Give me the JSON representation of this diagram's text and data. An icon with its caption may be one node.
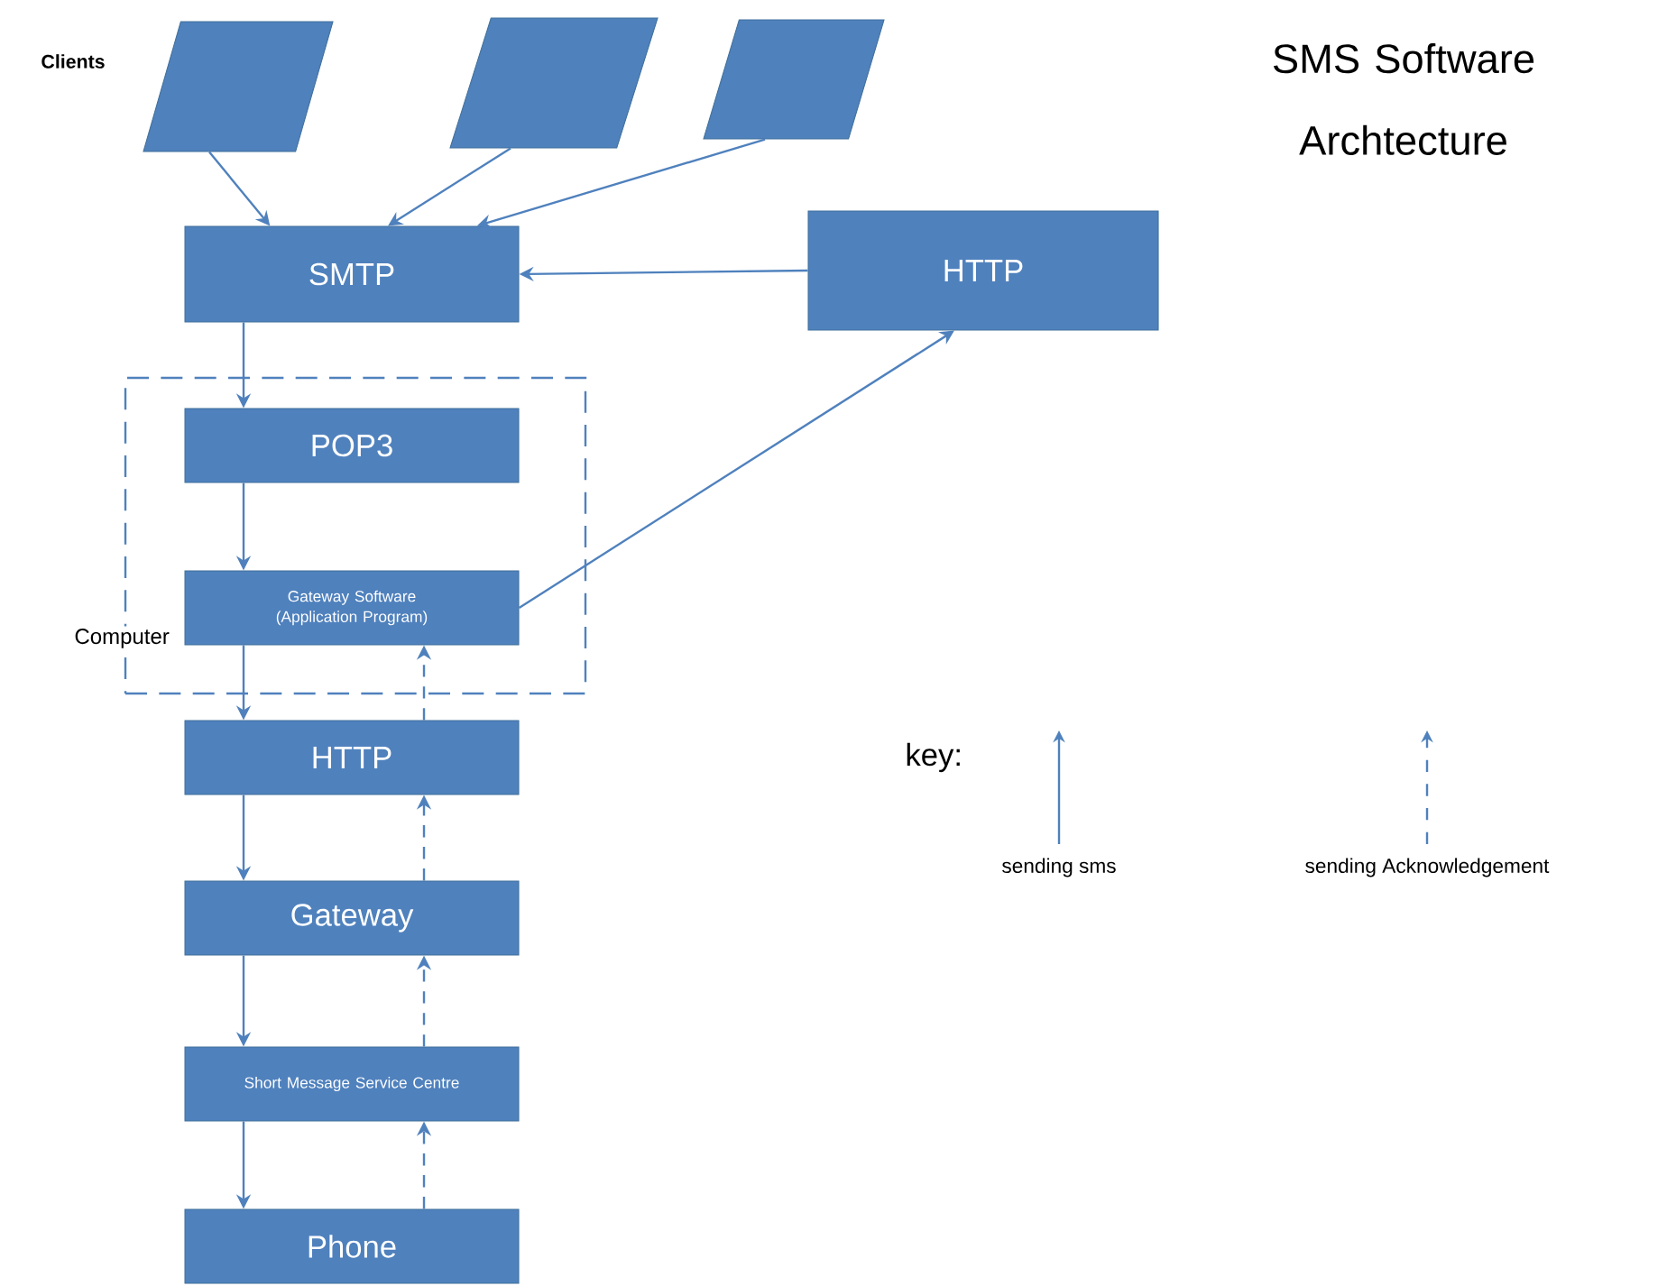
{
  "diagram": {
    "title": "SMS Software Archtecture",
    "nodes": [
      {
        "text": [],
        "shape": "parallelogram",
        "beside": [
          "Clients"
        ]
      },
      {
        "text": [],
        "shape": "parallelogram"
      },
      {
        "text": [],
        "shape": "parallelogram"
      },
      {
        "text": [
          "SMTP"
        ]
      },
      {
        "text": [
          "HTTP"
        ]
      },
      {
        "text": [
          "Computer"
        ]
      },
      {
        "text": [
          "POP3"
        ],
        "in": 5
      },
      {
        "text": [
          "Gateway Software (Application Program)"
        ],
        "in": 5
      },
      {
        "text": [
          "HTTP"
        ]
      },
      {
        "text": [
          "Gateway"
        ]
      },
      {
        "text": [
          "Short Message Service Centre"
        ]
      },
      {
        "text": [
          "Phone"
        ]
      }
    ],
    "edges": [
      {
        "from": 0,
        "to": 3,
        "arrow": "to"
      },
      {
        "from": 1,
        "to": 3,
        "arrow": "to"
      },
      {
        "from": 2,
        "to": 3,
        "arrow": "to"
      },
      {
        "from": 4,
        "to": 3,
        "arrow": "to"
      },
      {
        "from": 3,
        "to": 6,
        "arrow": "to"
      },
      {
        "from": 6,
        "to": 7,
        "arrow": "to"
      },
      {
        "from": 7,
        "to": 4,
        "arrow": "to"
      },
      {
        "from": 7,
        "to": 8,
        "arrow": "to"
      },
      {
        "from": 8,
        "to": 7,
        "arrow": "to",
        "style": "dashed"
      },
      {
        "from": 8,
        "to": 9,
        "arrow": "to"
      },
      {
        "from": 9,
        "to": 8,
        "arrow": "to",
        "style": "dashed"
      },
      {
        "from": 9,
        "to": 10,
        "arrow": "to"
      },
      {
        "from": 10,
        "to": 9,
        "arrow": "to",
        "style": "dashed"
      },
      {
        "from": 10,
        "to": 11,
        "arrow": "to"
      },
      {
        "from": 11,
        "to": 10,
        "arrow": "to",
        "style": "dashed"
      }
    ],
    "labels": [
      "key:"
    ],
    "legend": [
      {
        "text": "sending sms"
      },
      {
        "text": "sending Acknowledgement"
      }
    ]
  }
}
